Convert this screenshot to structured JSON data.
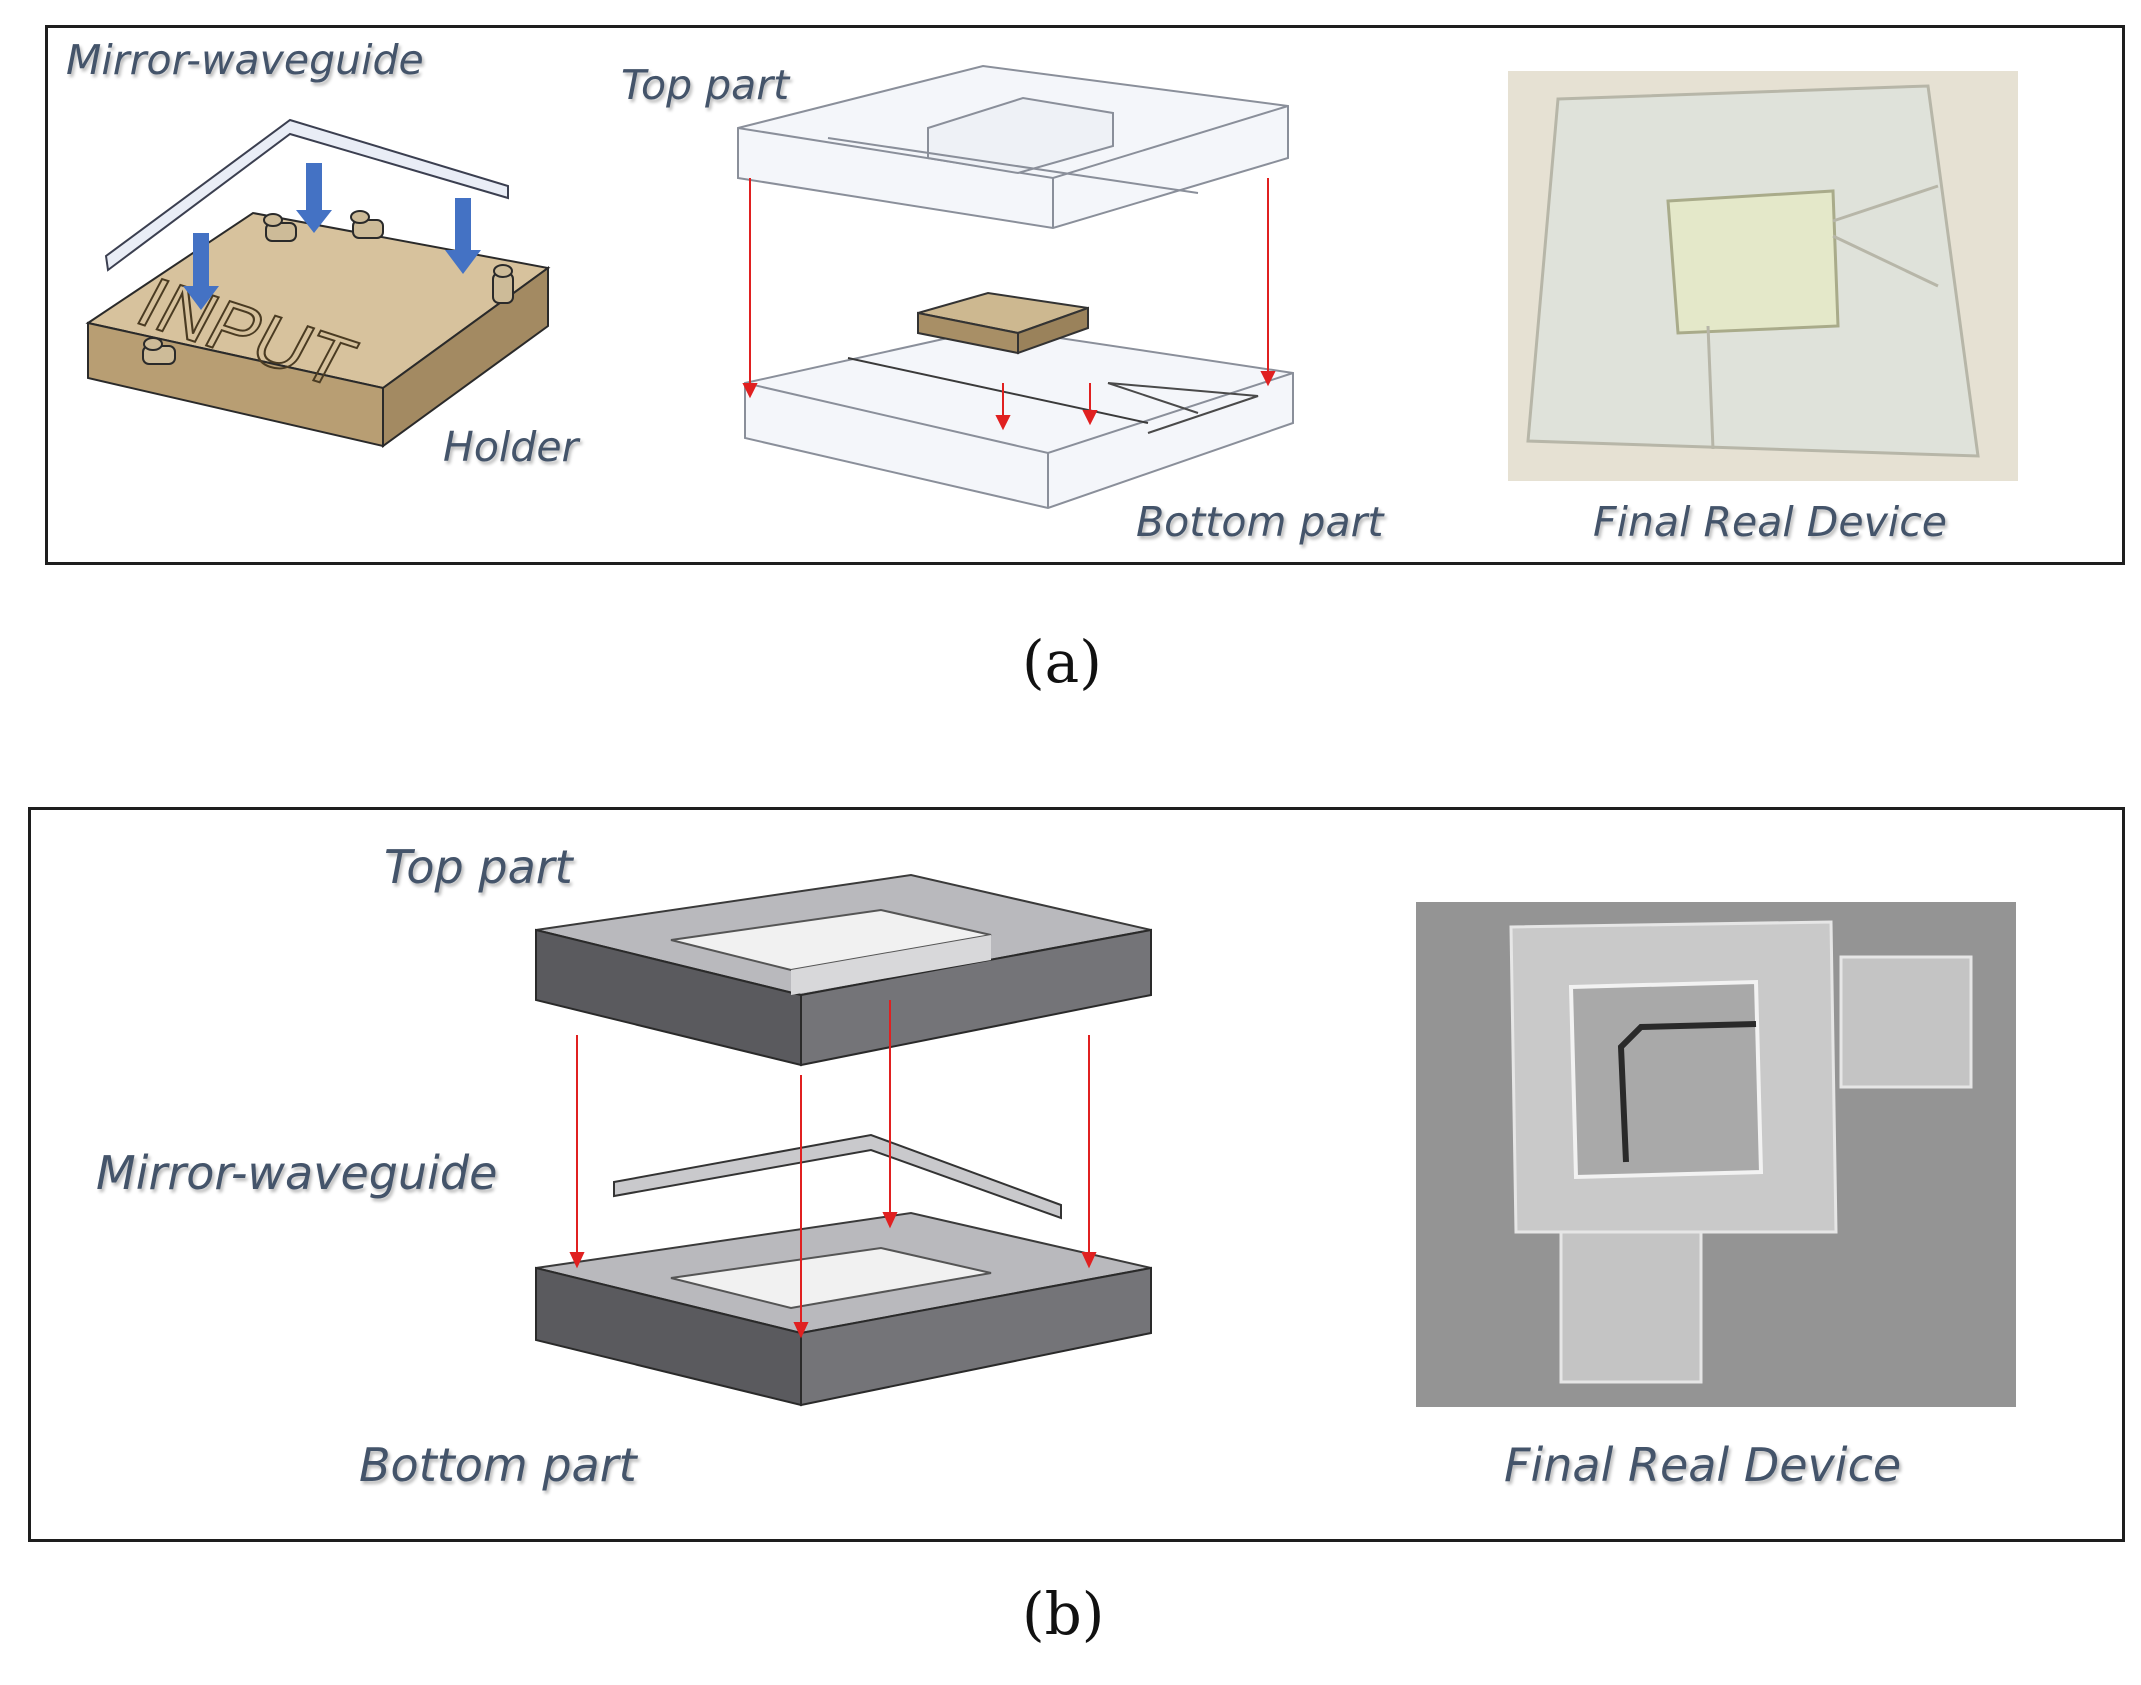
{
  "panel_a": {
    "labels": {
      "mirror_waveguide": "Mirror-waveguide",
      "holder": "Holder",
      "holder_engraving": "INPUT",
      "top_part": "Top part",
      "bottom_part": "Bottom part",
      "final_real_device": "Final Real Device"
    },
    "caption": "(a)"
  },
  "panel_b": {
    "labels": {
      "top_part": "Top part",
      "mirror_waveguide": "Mirror-waveguide",
      "bottom_part": "Bottom part",
      "final_real_device": "Final Real Device"
    },
    "caption": "(b)"
  },
  "colors": {
    "label_text": "#44546a",
    "assembly_arrow": "#e02020",
    "insert_arrow": "#4472c4",
    "holder_tan": "#c8b08a",
    "frame_border": "#1e1e1e"
  }
}
